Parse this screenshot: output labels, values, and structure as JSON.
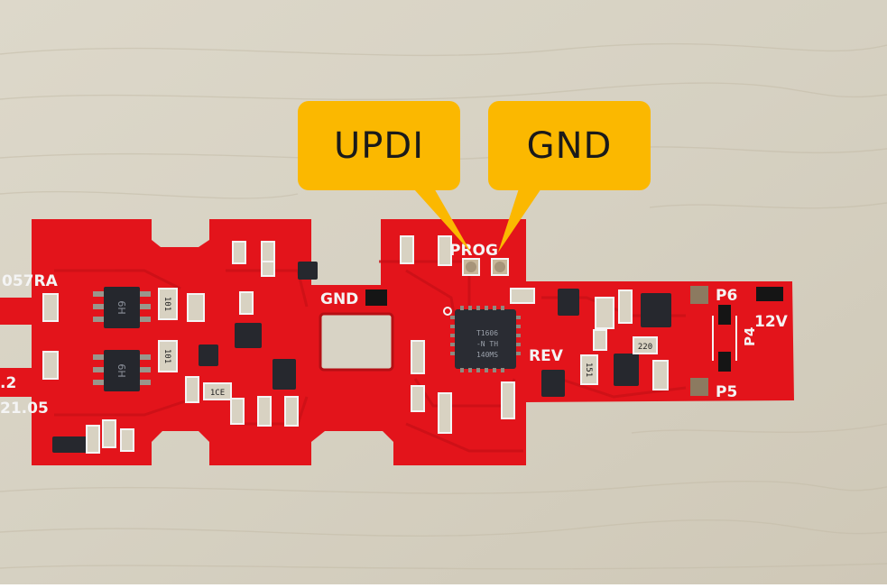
{
  "photo": {
    "background_color": "#d9d4c6",
    "pcb_color": "#e3141b",
    "silkscreen_color": "#f4f4f4",
    "callout_color": "#fbb800"
  },
  "callouts": {
    "updi": "UPDI",
    "gnd": "GND"
  },
  "silkscreen": {
    "part_left": "057RA",
    "rev_partial": ".2",
    "date_partial": "21.05",
    "gnd": "GND",
    "prog": "PROG",
    "rev": "REV",
    "p6": "P6",
    "p5": "P5",
    "p4": "P4",
    "v12": "12V",
    "chip_main": "T1606",
    "chip_main_line2": "-N TH",
    "chip_main_line3": "140MS",
    "sot1": "6H",
    "sot2": "6H",
    "res1": "101",
    "res2": "101",
    "res3": "1CE",
    "res4": "151",
    "res5": "220"
  }
}
